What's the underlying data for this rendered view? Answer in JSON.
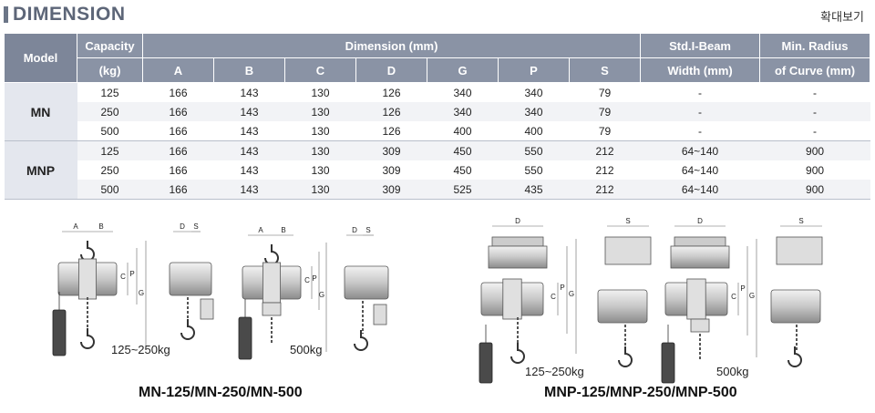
{
  "header": {
    "title": "DIMENSION",
    "zoom_label": "확대보기"
  },
  "table": {
    "head": {
      "model": "Model",
      "capacity_line1": "Capacity",
      "capacity_line2": "(kg)",
      "dimension": "Dimension (mm)",
      "cols": [
        "A",
        "B",
        "C",
        "D",
        "G",
        "P",
        "S"
      ],
      "beam_line1": "Std.I-Beam",
      "beam_line2": "Width (mm)",
      "radius_line1": "Min. Radius",
      "radius_line2": "of Curve (mm)"
    },
    "groups": [
      {
        "model": "MN",
        "rows": [
          [
            "125",
            "166",
            "143",
            "130",
            "126",
            "340",
            "340",
            "79",
            "-",
            "-"
          ],
          [
            "250",
            "166",
            "143",
            "130",
            "126",
            "340",
            "340",
            "79",
            "-",
            "-"
          ],
          [
            "500",
            "166",
            "143",
            "130",
            "126",
            "400",
            "400",
            "79",
            "-",
            "-"
          ]
        ]
      },
      {
        "model": "MNP",
        "rows": [
          [
            "125",
            "166",
            "143",
            "130",
            "309",
            "450",
            "550",
            "212",
            "64~140",
            "900"
          ],
          [
            "250",
            "166",
            "143",
            "130",
            "309",
            "450",
            "550",
            "212",
            "64~140",
            "900"
          ],
          [
            "500",
            "166",
            "143",
            "130",
            "309",
            "525",
            "435",
            "212",
            "64~140",
            "900"
          ]
        ]
      }
    ]
  },
  "diagrams": {
    "mn_caption": "MN-125/MN-250/MN-500",
    "mnp_caption": "MNP-125/MNP-250/MNP-500",
    "mn_small_label": "125~250kg",
    "mn_large_label": "500kg",
    "mnp_small_label": "125~250kg",
    "mnp_large_label": "500kg",
    "letters": {
      "a": "A",
      "b": "B",
      "c": "C",
      "d": "D",
      "g": "G",
      "p": "P",
      "s": "S"
    }
  }
}
